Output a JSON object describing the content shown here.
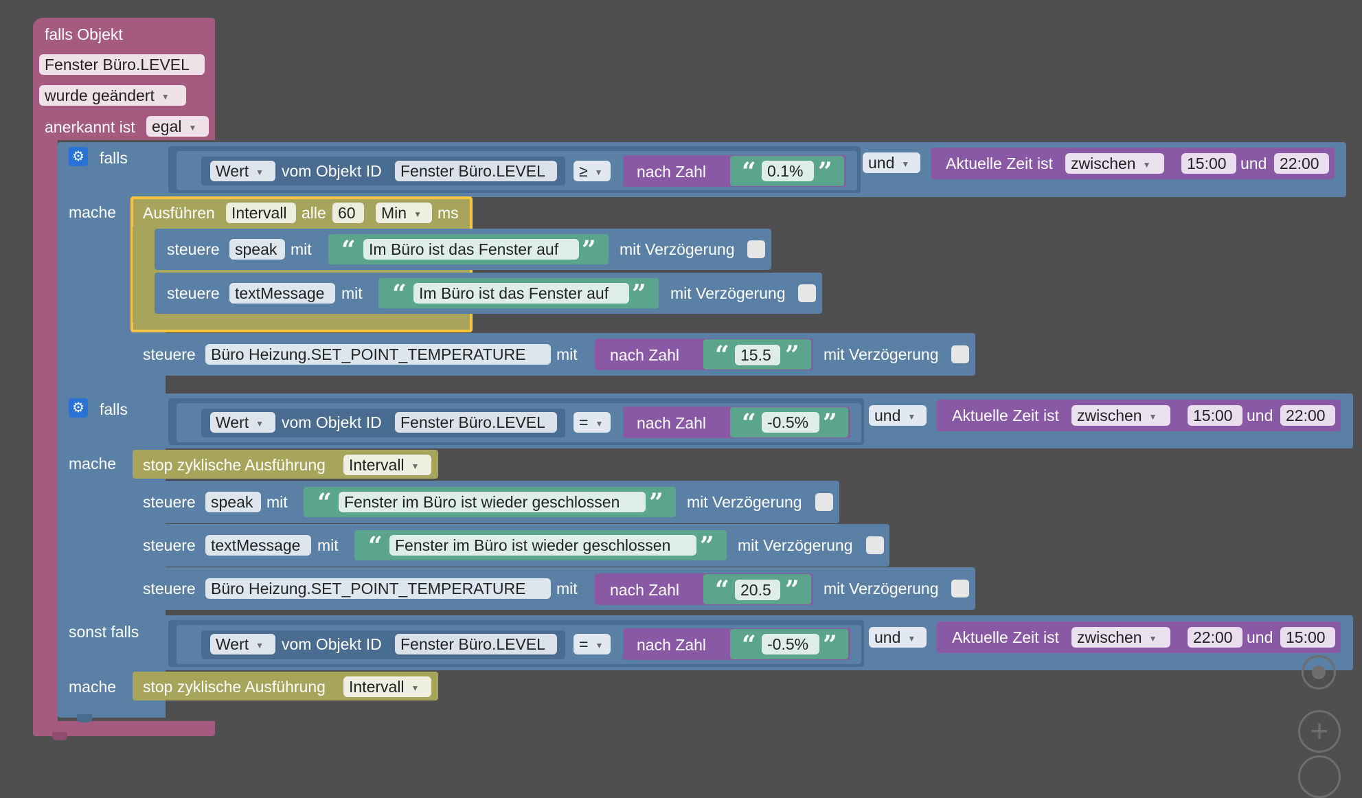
{
  "trigger": {
    "title": "falls Objekt",
    "object": "Fenster Büro.LEVEL",
    "event": "wurde geändert",
    "ack_label": "anerkannt ist",
    "ack_value": "egal"
  },
  "labels": {
    "falls": "falls",
    "mache": "mache",
    "sonst_falls": "sonst falls",
    "wert": "Wert",
    "vom_objekt": "vom Objekt ID",
    "nach_zahl": "nach Zahl",
    "und": "und",
    "aktuelle_zeit": "Aktuelle Zeit ist",
    "zwischen": "zwischen",
    "steuere": "steuere",
    "mit": "mit",
    "mit_verzoegerung": "mit Verzögerung",
    "ausfuehren": "Ausführen",
    "intervall": "Intervall",
    "alle": "alle",
    "ms": "ms",
    "stop": "stop zyklische Ausführung"
  },
  "if1": {
    "object": "Fenster Büro.LEVEL",
    "operator": "≥",
    "number": "0.1%",
    "time_from": "15:00",
    "time_to": "22:00",
    "interval_value": "60",
    "interval_unit": "Min",
    "speak_target": "speak",
    "speak_text": "Im Büro ist das Fenster auf",
    "msg_target": "textMessage",
    "msg_text": "Im Büro ist das Fenster auf",
    "heat_target": "Büro Heizung.SET_POINT_TEMPERATURE",
    "heat_value": "15.5"
  },
  "if2": {
    "object": "Fenster Büro.LEVEL",
    "operator": "=",
    "number": "-0.5%",
    "time_from": "15:00",
    "time_to": "22:00",
    "speak_target": "speak",
    "speak_text": "Fenster im Büro ist wieder geschlossen",
    "msg_target": "textMessage",
    "msg_text": "Fenster im Büro ist wieder geschlossen",
    "heat_target": "Büro Heizung.SET_POINT_TEMPERATURE",
    "heat_value": "20.5"
  },
  "if3": {
    "object": "Fenster Büro.LEVEL",
    "operator": "=",
    "number": "-0.5%",
    "time_from": "22:00",
    "time_to": "15:00"
  },
  "controls": {
    "zoom_in": "+",
    "recenter_icon": "target-icon",
    "zoom_in_icon": "plus-icon",
    "zoom_out_icon": "minus-icon"
  }
}
